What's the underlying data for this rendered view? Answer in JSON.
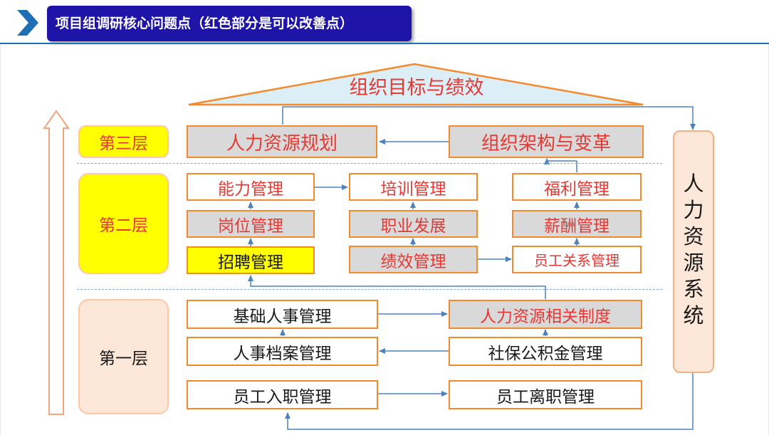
{
  "header": {
    "title": "项目组调研核心问题点（红色部分是可以改善点）",
    "chevron_icon": "chevron-right-icon"
  },
  "roof": {
    "label": "组织目标与绩效"
  },
  "side": {
    "label": "人力资源系统"
  },
  "layers": {
    "l3": "第三层",
    "l2": "第二层",
    "l1": "第一层"
  },
  "boxes": {
    "hr_planning": "人力资源规划",
    "org_structure": "组织架构与变革",
    "competency": "能力管理",
    "training": "培训管理",
    "welfare": "福利管理",
    "position": "岗位管理",
    "career": "职业发展",
    "compensation": "薪酬管理",
    "recruitment": "招聘管理",
    "performance": "绩效管理",
    "employee_relations": "员工关系管理",
    "basic_personnel": "基础人事管理",
    "hr_policies": "人力资源相关制度",
    "personnel_files": "人事档案管理",
    "social_insurance": "社保公积金管理",
    "onboarding": "员工入职管理",
    "offboarding": "员工离职管理"
  },
  "colors": {
    "accent_blue": "#1F14A8",
    "box_border": "#F28B2E",
    "improvement_text": "#E53935",
    "gray_fill": "#D9D9D9",
    "highlight_yellow": "#FFFF00",
    "layer_fill": "#FDE7D9",
    "arrow": "#4F81BD"
  }
}
